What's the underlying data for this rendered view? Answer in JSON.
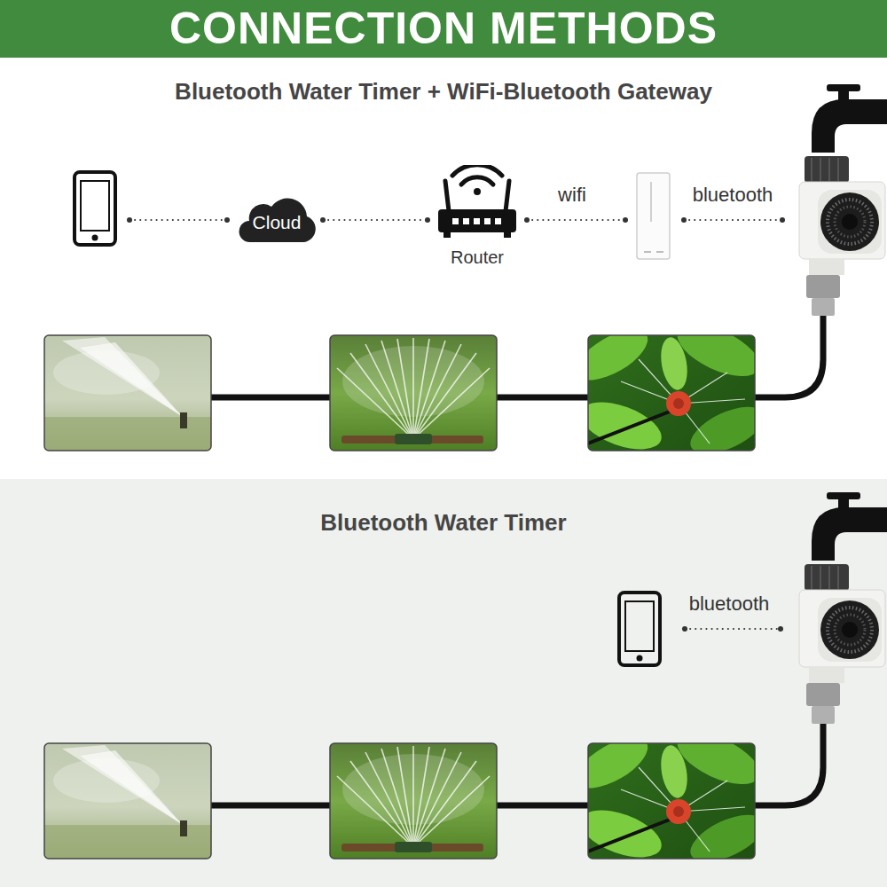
{
  "diagram": {
    "title": "CONNECTION METHODS",
    "nodes": [
      {
        "text": [
          "Bluetooth Water Timer + WiFi-Bluetooth Gateway"
        ]
      },
      {
        "text": [
          "Cloud"
        ],
        "in": 0
      },
      {
        "text": [
          "Router"
        ],
        "in": 0
      },
      {
        "text": [
          "Bluetooth Water Timer"
        ]
      }
    ],
    "edges": [
      {
        "from": 1,
        "to": 2,
        "arrow": "none"
      }
    ],
    "labels": [
      "wifi",
      "bluetooth",
      "bluetooth"
    ]
  }
}
